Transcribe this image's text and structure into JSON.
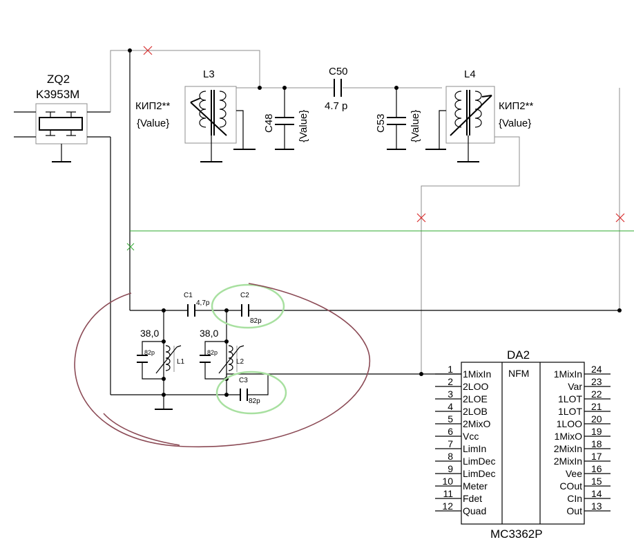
{
  "crystal": {
    "ref": "ZQ2",
    "part": "K3953M"
  },
  "l3": {
    "ref": "L3",
    "part": "КИП2**",
    "value": "{Value}"
  },
  "l4": {
    "ref": "L4",
    "part": "КИП2**",
    "value": "{Value}"
  },
  "c48": {
    "ref": "C48",
    "value": "{Value}"
  },
  "c50": {
    "ref": "C50",
    "value": "4.7 p"
  },
  "c53": {
    "ref": "C53",
    "value": "{Value}"
  },
  "c1": {
    "ref": "C1",
    "value": "4,7p"
  },
  "c2": {
    "ref": "C2",
    "value": "82p"
  },
  "c3": {
    "ref": "C3",
    "value": "82p"
  },
  "l1": {
    "ref": "L1",
    "cap": "82p",
    "turns": "38,0"
  },
  "l2": {
    "ref": "L2",
    "cap": "82p",
    "turns": "38,0"
  },
  "chip": {
    "ref": "DA2",
    "part": "MC3362P",
    "mode": "NFM",
    "left_pins": [
      {
        "num": "1",
        "name": "1MixIn"
      },
      {
        "num": "2",
        "name": "2LOO"
      },
      {
        "num": "3",
        "name": "2LOE"
      },
      {
        "num": "4",
        "name": "2LOB"
      },
      {
        "num": "5",
        "name": "2MixO"
      },
      {
        "num": "6",
        "name": "Vcc"
      },
      {
        "num": "7",
        "name": "LimIn"
      },
      {
        "num": "8",
        "name": "LimDec"
      },
      {
        "num": "9",
        "name": "LimDec"
      },
      {
        "num": "10",
        "name": "Meter"
      },
      {
        "num": "11",
        "name": "Fdet"
      },
      {
        "num": "12",
        "name": "Quad"
      }
    ],
    "right_pins": [
      {
        "num": "24",
        "name": "1MixIn"
      },
      {
        "num": "23",
        "name": "Var"
      },
      {
        "num": "22",
        "name": "1LOT"
      },
      {
        "num": "21",
        "name": "1LOT"
      },
      {
        "num": "20",
        "name": "1LOO"
      },
      {
        "num": "19",
        "name": "1MixO"
      },
      {
        "num": "18",
        "name": "2MixIn"
      },
      {
        "num": "17",
        "name": "2MixIn"
      },
      {
        "num": "16",
        "name": "Vee"
      },
      {
        "num": "15",
        "name": "COut"
      },
      {
        "num": "14",
        "name": "CIn"
      },
      {
        "num": "13",
        "name": "Out"
      }
    ]
  }
}
